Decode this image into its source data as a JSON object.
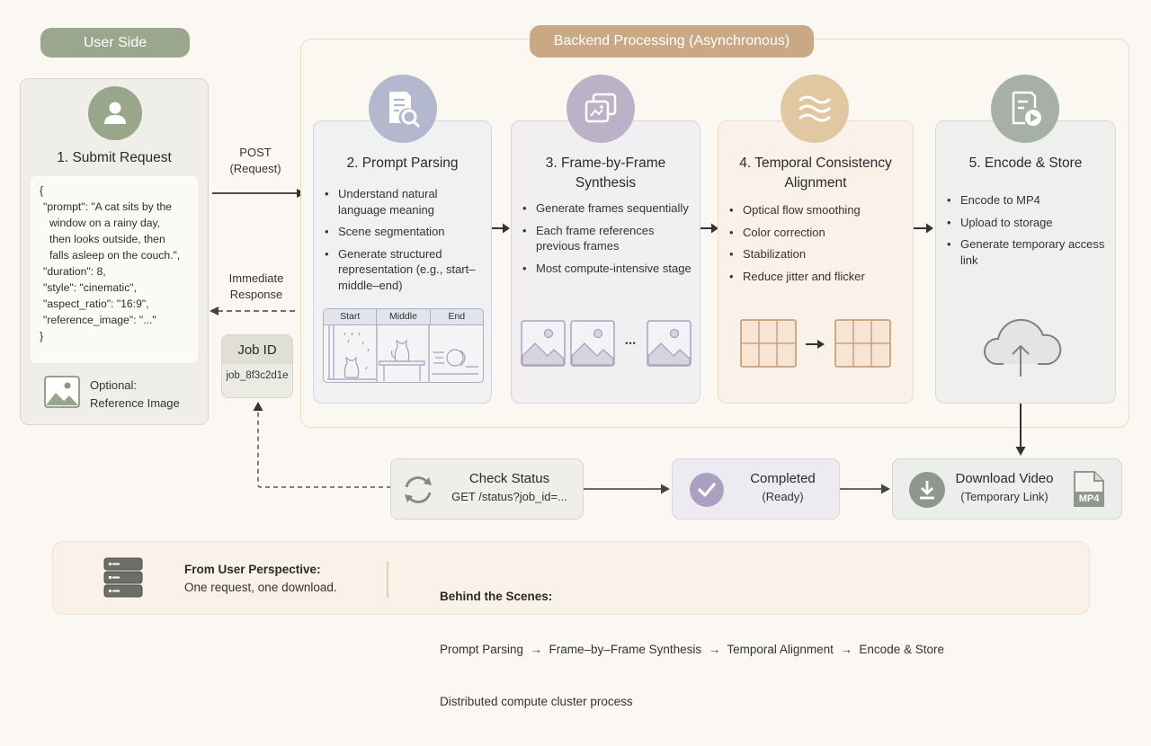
{
  "user_side": {
    "label": "User Side",
    "submit": {
      "title": "1. Submit Request",
      "json_lines": [
        "{",
        "\"prompt\": \"A cat sits by the",
        "window on a rainy day,",
        "then looks outside, then",
        "falls asleep on the couch.\",",
        "\"duration\": 8,",
        "\"style\": \"cinematic\",",
        "\"aspect_ratio\": \"16:9\",",
        "\"reference_image\": \"...\"",
        "}"
      ],
      "optional_label": "Optional:",
      "optional_sub": "Reference Image"
    }
  },
  "arrows": {
    "post_line1": "POST",
    "post_line2": "(Request)",
    "immediate_line1": "Immediate",
    "immediate_line2": "Response"
  },
  "job": {
    "title": "Job ID",
    "value": "job_8f3c2d1e"
  },
  "backend": {
    "label": "Backend Processing (Asynchronous)",
    "stages": [
      {
        "title_line1": "2. Prompt Parsing",
        "title_line2": "",
        "icon": "document-search-icon",
        "bullets": [
          "Understand natural language meaning",
          "Scene segmentation",
          "Generate structured representation (e.g., start–middle–end)"
        ],
        "storyboard": [
          "Start",
          "Middle",
          "End"
        ]
      },
      {
        "title_line1": "3. Frame-by-Frame",
        "title_line2": "Synthesis",
        "icon": "image-stack-icon",
        "bullets": [
          "Generate frames sequentially",
          "Each frame references previous frames",
          "Most compute-intensive stage"
        ],
        "ellipsis": "•••"
      },
      {
        "title_line1": "4. Temporal Consistency",
        "title_line2": "Alignment",
        "icon": "waves-icon",
        "bullets": [
          "Optical flow smoothing",
          "Color correction",
          "Stabilization",
          "Reduce jitter and flicker"
        ]
      },
      {
        "title_line1": "5. Encode & Store",
        "title_line2": "",
        "icon": "video-file-icon",
        "bullets": [
          "Encode to MP4",
          "Upload to storage",
          "Generate temporary access link"
        ]
      }
    ]
  },
  "bottom_flow": {
    "check": {
      "title": "Check Status",
      "sub": "GET /status?job_id=..."
    },
    "completed": {
      "title": "Completed",
      "sub": "(Ready)"
    },
    "download": {
      "title": "Download Video",
      "sub": "(Temporary Link)",
      "badge": "MP4"
    }
  },
  "footer": {
    "user_title": "From User Perspective:",
    "user_text": "One request, one download.",
    "behind_title": "Behind the Scenes:",
    "behind_flow": "Prompt Parsing  →  Frame–by–Frame Synthesis  →  Temporal Alignment  →  Encode & Store",
    "behind_text": "Distributed compute cluster process"
  },
  "colors": {
    "user_green": "#98a68a",
    "backend_tan": "#c9a983",
    "stage2": "#b3b8cf",
    "stage3": "#bbb2c8",
    "stage4": "#e2c7a3",
    "stage5": "#a7b0a7"
  }
}
